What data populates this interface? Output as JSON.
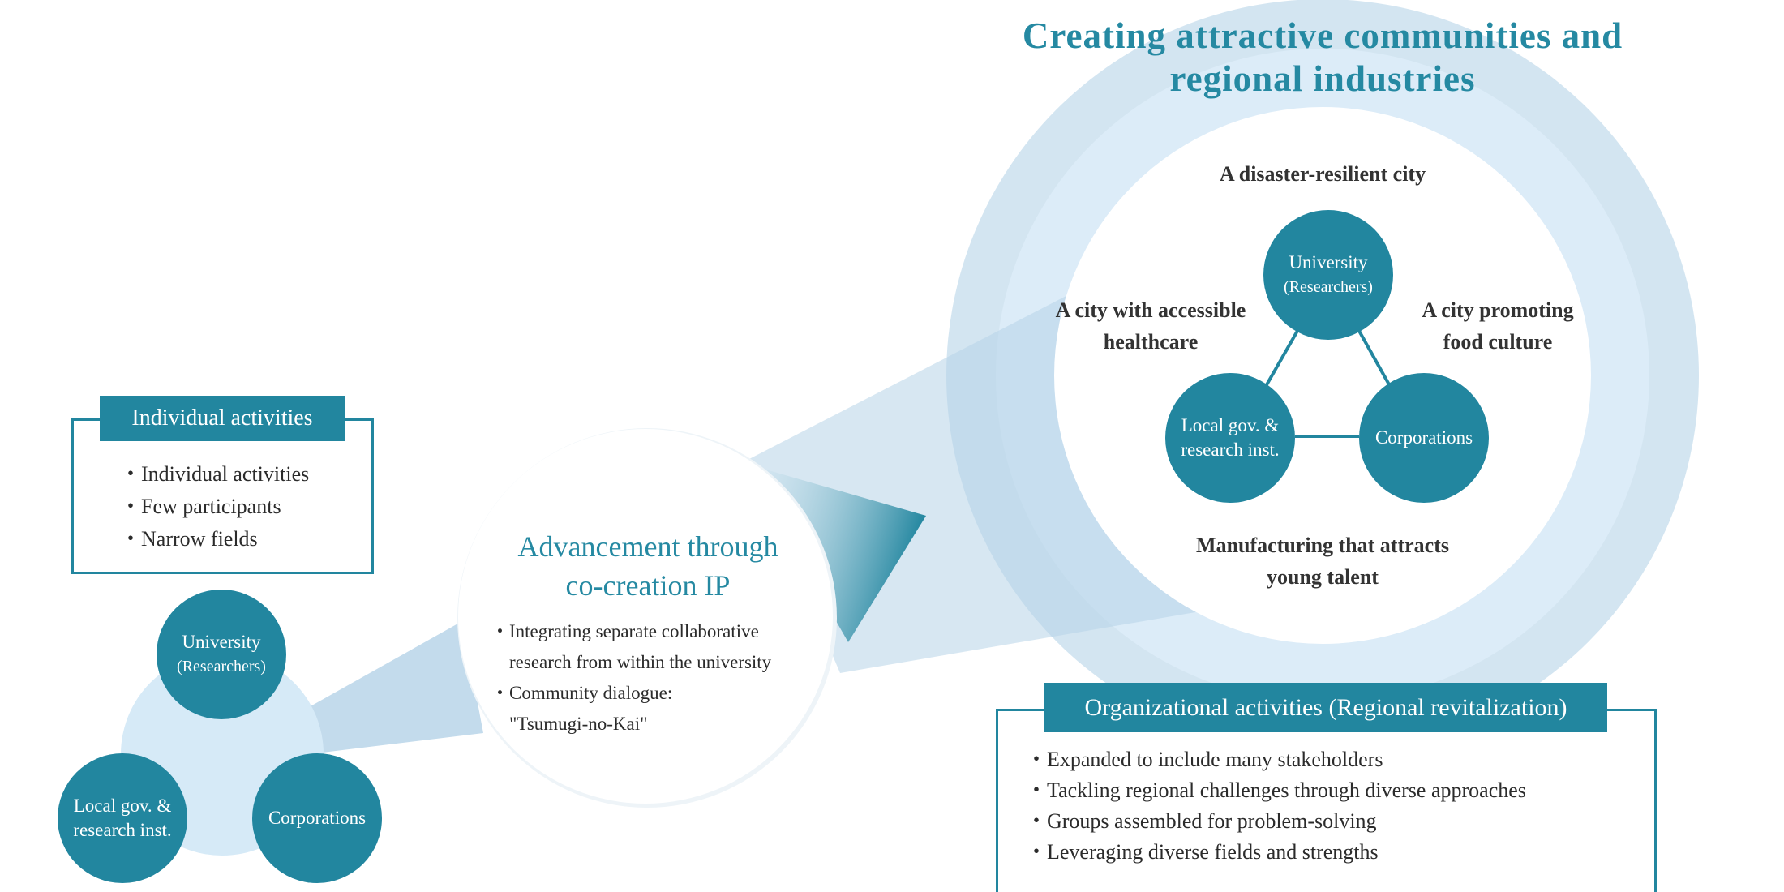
{
  "colors": {
    "teal": "#22869f",
    "ring_outer": "#d3e5f1",
    "ring_inner": "#dcecf8",
    "beam": "#c3dbec"
  },
  "title": {
    "line1": "Creating attractive communities and",
    "line2": "regional industries"
  },
  "goals": {
    "top": "A disaster-resilient city",
    "left": [
      "A city with accessible",
      "healthcare"
    ],
    "right": [
      "A city promoting",
      "food culture"
    ],
    "bottom": [
      "Manufacturing that attracts",
      "young talent"
    ]
  },
  "nodes": {
    "university": "University",
    "researchers": "(Researchers)",
    "localgov": [
      "Local gov. &",
      "research inst."
    ],
    "corporations": "Corporations"
  },
  "individual": {
    "heading": "Individual activities",
    "items": [
      "・Individual activities",
      "・Few participants",
      "・Narrow fields"
    ]
  },
  "middle": {
    "title": [
      "Advancement through",
      "co-creation IP"
    ],
    "items": [
      "・Integrating separate collaborative",
      "research from within the university",
      "・Community dialogue:",
      "\"Tsumugi-no-Kai\""
    ]
  },
  "organizational": {
    "heading": "Organizational activities (Regional revitalization)",
    "items": [
      "・Expanded to include many stakeholders",
      "・Tackling regional challenges through diverse approaches",
      "・Groups assembled for problem-solving",
      "・Leveraging diverse fields and strengths"
    ]
  }
}
